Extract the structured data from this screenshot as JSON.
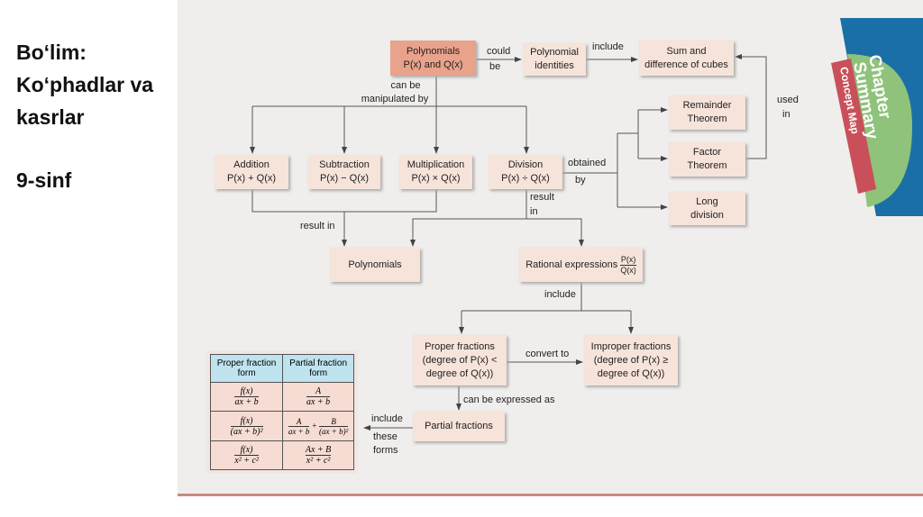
{
  "slide_text": {
    "line1": "Bo‘lim:",
    "line2": "Ko‘phadlar va",
    "line3": "kasrlar",
    "grade": "9-sinf"
  },
  "tab": {
    "title1": "Chapter",
    "title2": "Summary",
    "subtitle": "Concept Map"
  },
  "boxes": {
    "poly_pq": [
      "Polynomials",
      "P(x) and Q(x)"
    ],
    "identities": [
      "Polynomial",
      "identities"
    ],
    "cubes": [
      "Sum and",
      "difference of cubes"
    ],
    "remainder": [
      "Remainder",
      "Theorem"
    ],
    "factor": [
      "Factor",
      "Theorem"
    ],
    "longdiv": [
      "Long",
      "division"
    ],
    "addition": [
      "Addition",
      "P(x) + Q(x)"
    ],
    "subtraction": [
      "Subtraction",
      "P(x) − Q(x)"
    ],
    "multiplication": [
      "Multiplication",
      "P(x) × Q(x)"
    ],
    "division": [
      "Division",
      "P(x) ÷ Q(x)"
    ],
    "polynomials": "Polynomials",
    "rational": "Rational expressions",
    "rational_num": "P(x)",
    "rational_den": "Q(x)",
    "proper": [
      "Proper fractions",
      "(degree of P(x) <",
      "degree of Q(x))"
    ],
    "improper": [
      "Improper fractions",
      "(degree of P(x) ≥",
      "degree of Q(x))"
    ],
    "partial": "Partial fractions"
  },
  "labels": {
    "could": "could",
    "be": "be",
    "include1": "include",
    "canbe": "can be",
    "manip": "manipulated by",
    "used": "used",
    "in1": "in",
    "obtained": "obtained",
    "by": "by",
    "result": "result",
    "in2": "in",
    "resultin": "result in",
    "include2": "include",
    "convert": "convert to",
    "expressed": "can be expressed as",
    "include3": "include",
    "these": "these",
    "forms": "forms"
  },
  "table": {
    "headers": [
      "Proper fraction form",
      "Partial fraction form"
    ],
    "rows": [
      {
        "p_num": "f(x)",
        "p_den": "ax + b",
        "q_num": "A",
        "q_den": "ax + b"
      },
      {
        "p_num": "f(x)",
        "p_den": "(ax + b)²",
        "q1_num": "A",
        "q1_den": "ax + b",
        "plus": "+",
        "q2_num": "B",
        "q2_den": "(ax + b)²"
      },
      {
        "p_num": "f(x)",
        "p_den": "x² + c²",
        "q_num": "Ax + B",
        "q_den": "x² + c²"
      }
    ]
  }
}
